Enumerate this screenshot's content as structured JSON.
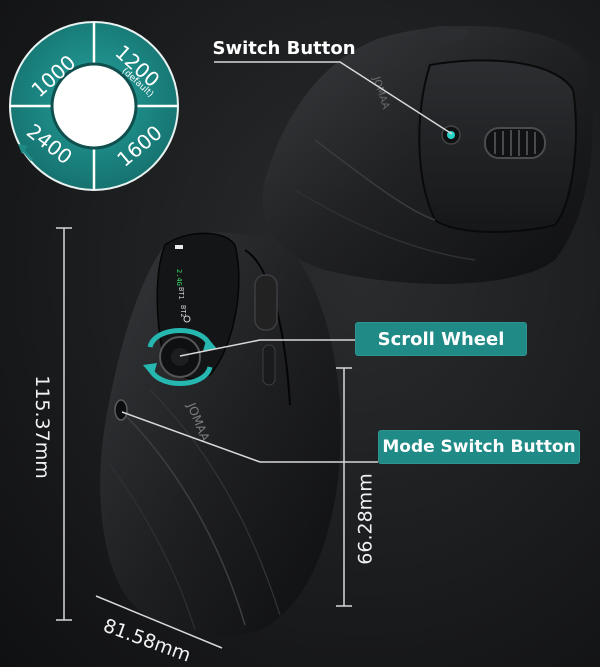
{
  "dpi_dial": {
    "values": [
      "1000",
      "1200",
      "1600",
      "2400"
    ],
    "default_note": "(default)",
    "color": "#1f8a86"
  },
  "callouts": {
    "switch_button": "Switch Button",
    "scroll_wheel": "Scroll  Wheel",
    "mode_switch_button": "Mode Switch Button"
  },
  "dimensions": {
    "length": "115.37mm",
    "height": "66.28mm",
    "width": "81.58mm"
  },
  "brand": "JOMAA",
  "colors": {
    "accent": "#1f8a86",
    "led_green": "#3ddc6a",
    "background": "#17181a"
  }
}
